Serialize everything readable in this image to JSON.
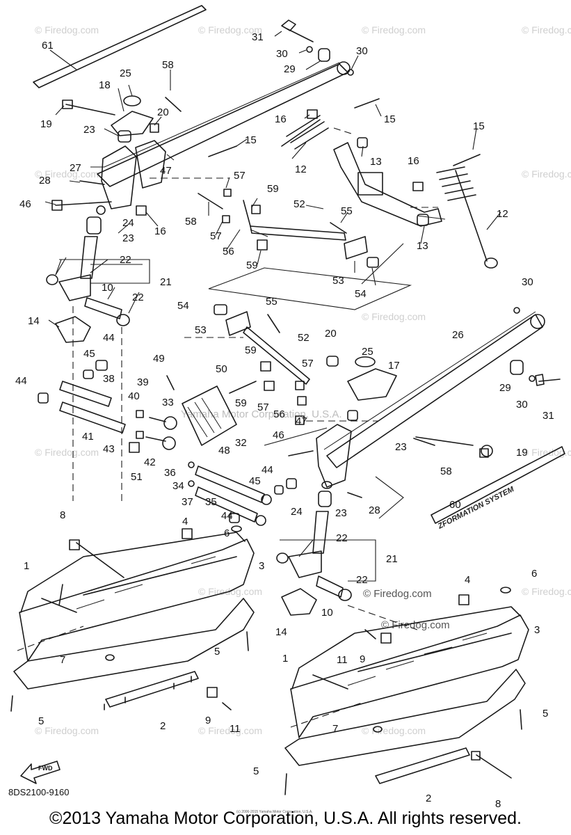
{
  "diagram": {
    "part_code": "8DS2100-9160",
    "fwd_label": "FWD",
    "system_decal_text": "ZFORMATION SYSTEM",
    "watermark": "© Firedog.com",
    "watermark_center": "Yamaha Motor Corporation, U.S.A.",
    "small_copyright": "(c) 2006-2015 Yamaha Motor Corporation, U.S.A.",
    "callouts": [
      "1",
      "2",
      "3",
      "4",
      "5",
      "6",
      "7",
      "8",
      "9",
      "10",
      "11",
      "12",
      "13",
      "14",
      "15",
      "16",
      "17",
      "18",
      "19",
      "20",
      "21",
      "22",
      "23",
      "24",
      "25",
      "26",
      "27",
      "28",
      "29",
      "30",
      "31",
      "32",
      "33",
      "34",
      "35",
      "36",
      "37",
      "38",
      "39",
      "40",
      "41",
      "42",
      "43",
      "44",
      "45",
      "46",
      "47",
      "48",
      "49",
      "50",
      "51",
      "52",
      "53",
      "54",
      "55",
      "56",
      "57",
      "58",
      "59",
      "60",
      "61"
    ]
  },
  "footer": {
    "copyright": "©2013 Yamaha Motor Corporation, U.S.A. All rights reserved."
  }
}
